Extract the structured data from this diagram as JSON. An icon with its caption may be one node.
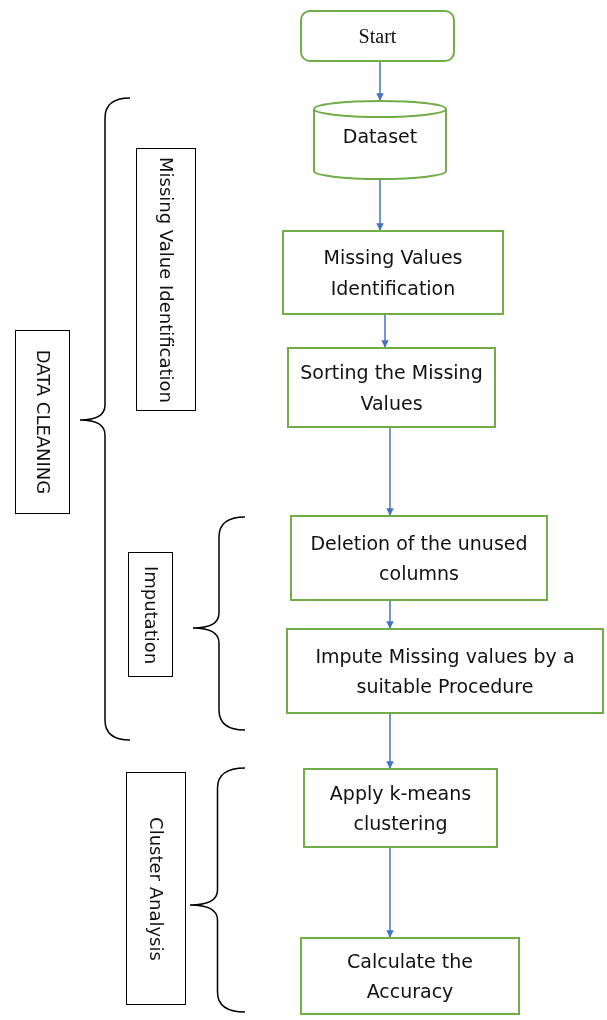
{
  "diagram": {
    "nodes": [
      {
        "text": [
          "Start"
        ]
      },
      {
        "text": [
          "Dataset"
        ]
      },
      {
        "text": [
          "Missing Values Identification"
        ]
      },
      {
        "text": [
          "Sorting the Missing Values"
        ]
      },
      {
        "text": [
          "Deletion of the unused columns"
        ]
      },
      {
        "text": [
          "Impute Missing values by a suitable Procedure"
        ]
      },
      {
        "text": [
          "Apply k-means clustering"
        ]
      },
      {
        "text": [
          "Calculate the Accuracy"
        ]
      },
      {
        "text": [
          "DATA CLEANING"
        ]
      },
      {
        "text": [
          "Missing Value Identification"
        ]
      },
      {
        "text": [
          "Imputation"
        ]
      },
      {
        "text": [
          "Cluster Analysis"
        ]
      }
    ],
    "edges": [
      {
        "from": 0,
        "to": 1,
        "arrow": "to"
      },
      {
        "from": 1,
        "to": 2,
        "arrow": "to"
      },
      {
        "from": 2,
        "to": 3,
        "arrow": "to"
      },
      {
        "from": 3,
        "to": 4,
        "arrow": "to"
      },
      {
        "from": 4,
        "to": 5,
        "arrow": "to"
      },
      {
        "from": 5,
        "to": 6,
        "arrow": "to"
      },
      {
        "from": 6,
        "to": 7,
        "arrow": "to"
      }
    ]
  }
}
